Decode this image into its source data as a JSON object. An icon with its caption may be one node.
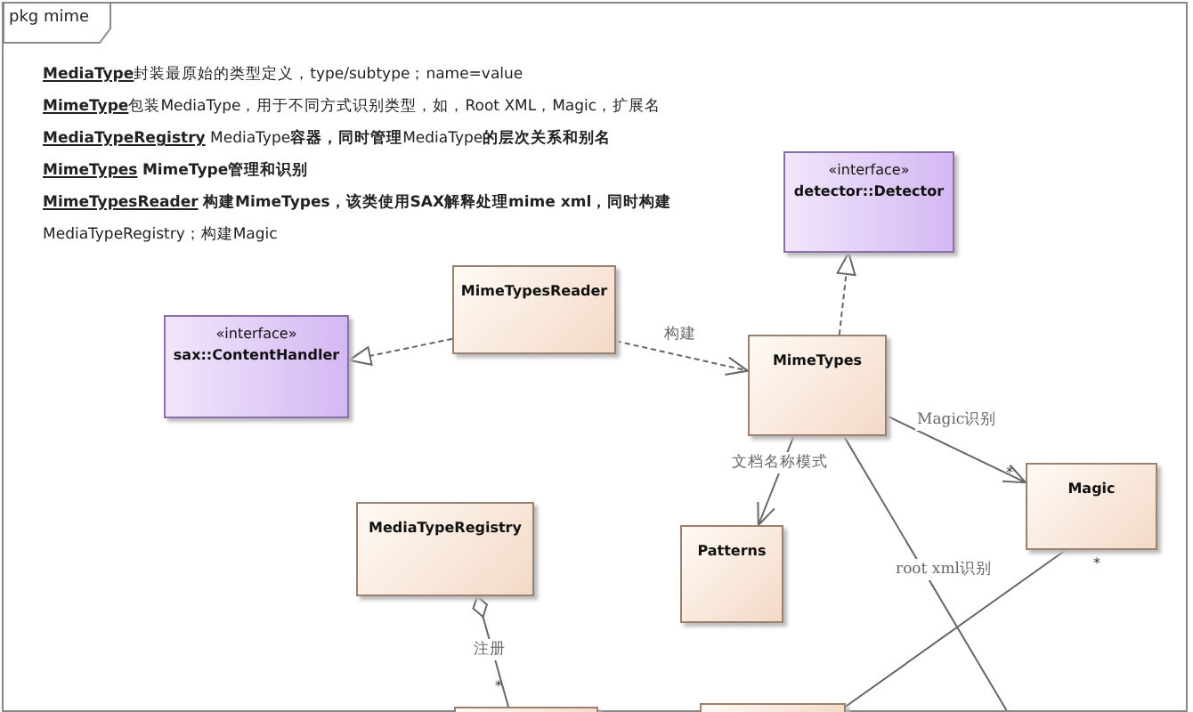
{
  "diagram": {
    "title": "pkg mime",
    "nodes": [
      {
        "text": [
          "MimeTypesReader"
        ]
      },
      {
        "text": [
          "«interface»",
          "sax::ContentHandler"
        ]
      },
      {
        "text": [
          "«interface»",
          "detector::Detector"
        ]
      },
      {
        "text": [
          "MimeTypes"
        ]
      },
      {
        "text": [
          "Magic"
        ]
      },
      {
        "text": [
          "Patterns"
        ]
      },
      {
        "text": [
          "MediaTypeRegistry"
        ]
      },
      {
        "text": [],
        "shape": "box"
      },
      {
        "text": [],
        "shape": "box"
      }
    ],
    "edges": [
      {
        "from": 0,
        "to": 1,
        "arrow": "to",
        "style": "dashed"
      },
      {
        "from": 0,
        "to": 3,
        "arrow": "to",
        "style": "dashed",
        "label": "构建"
      },
      {
        "from": 3,
        "to": 2,
        "arrow": "to",
        "style": "dashed"
      },
      {
        "from": 3,
        "to": 4,
        "arrow": "to",
        "label": "Magic识别"
      },
      {
        "from": 3,
        "to": 5,
        "arrow": "to",
        "label": "文档名称模式"
      },
      {
        "from": 3,
        "to": null,
        "arrow": "none",
        "label": "root xml识别"
      },
      {
        "from": 6,
        "to": 7,
        "arrow": "other",
        "label": "注册"
      },
      {
        "from": 4,
        "to": 8,
        "arrow": "none"
      }
    ],
    "labels": [
      "**MediaType**封装最原始的类型定义，type/subtype；name=value",
      "**MimeType**包装MediaType，用于不同方式识别类型，如，Root XML，Magic，扩展名",
      "**MediaTypeRegistry** MediaType**容器，同时管理**MediaType**的层次关系和别名**",
      "**MimeTypes** **MimeType管理和识别**",
      "**MimeTypesReader** **构建MimeTypes，该类使用SAX解释处理mime xml，同时构建**",
      "MediaTypeRegistry；构建Magic",
      "*",
      "*",
      "*"
    ]
  }
}
